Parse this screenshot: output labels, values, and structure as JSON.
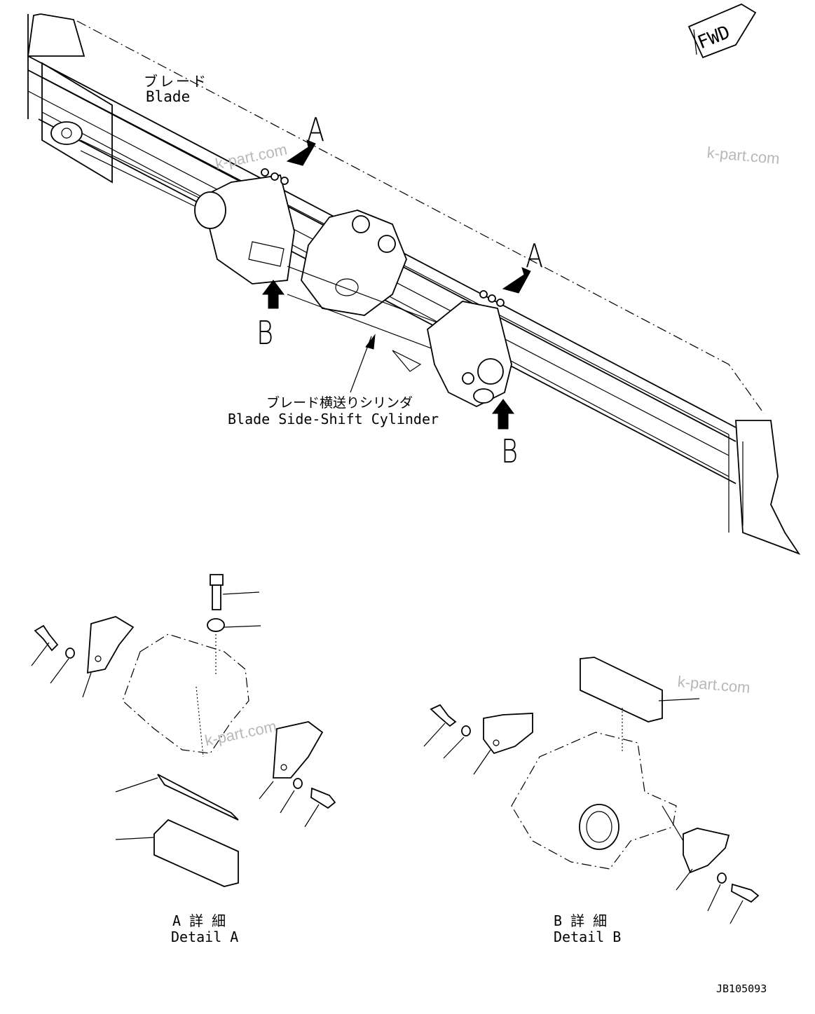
{
  "fwd_label": "FWD",
  "blade": {
    "jp": "ブレード",
    "en": "Blade"
  },
  "cylinder": {
    "jp": "ブレード横送りシリンダ",
    "en": "Blade Side-Shift Cylinder"
  },
  "callouts": {
    "a_top": "A",
    "b_left": "B",
    "a_right": "A",
    "b_right": "B"
  },
  "detail_a": {
    "jp": "A 詳 細",
    "en": "Detail A"
  },
  "detail_b": {
    "jp": "B 詳 細",
    "en": "Detail B"
  },
  "drawing_number": "JB105093",
  "watermarks": [
    "k-part.com",
    "k-part.com",
    "k-part.com",
    "k-part.com"
  ]
}
